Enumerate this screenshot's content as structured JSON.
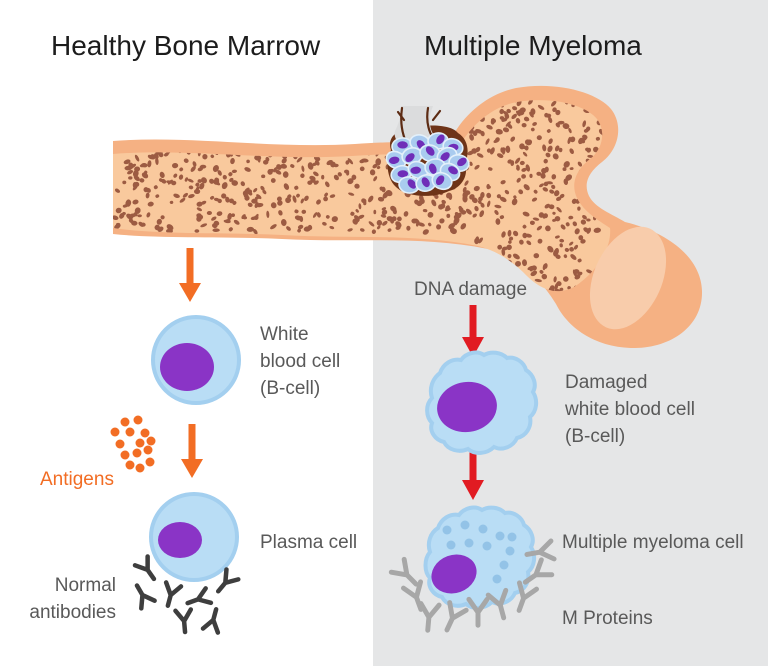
{
  "titles": {
    "left": "Healthy Bone Marrow",
    "right": "Multiple Myeloma"
  },
  "left_panel": {
    "white_blood_cell": {
      "line1": "White",
      "line2": "blood cell",
      "line3": "(B-cell)"
    },
    "antigens": "Antigens",
    "plasma_cell": "Plasma cell",
    "normal_antibodies": {
      "line1": "Normal",
      "line2": "antibodies"
    }
  },
  "right_panel": {
    "dna_damage": "DNA damage",
    "damaged_cell": {
      "line1": "Damaged",
      "line2": "white blood cell",
      "line3": "(B-cell)"
    },
    "myeloma_cell": "Multiple myeloma cell",
    "m_proteins": "M Proteins"
  },
  "icons": {
    "down_arrow_orange": "down-arrow-icon",
    "down_arrow_red": "down-arrow-icon",
    "antibody": "y-antibody-icon"
  },
  "colors": {
    "page-bg": "#ffffff",
    "panel-bg": "#e5e6e7",
    "title-color": "#1c1c1c",
    "label-color": "#595959",
    "orange": "#f26d24",
    "red": "#e11b22",
    "bone-cortex": "#f5b183",
    "bone-marrow": "#f9c99d",
    "bone-light": "#f8ccab",
    "speckle": "#9c5b42",
    "lesion-brown": "#6e3418",
    "lesion-gray": "#dbdcdd",
    "crack": "#5c2b13",
    "cell-fill": "#b9ddf5",
    "cell-rim": "#a3cfef",
    "nucleus": "#8a34c6",
    "tumor-cell": "#a9cbef",
    "tumor-cell-rim": "#e3f0fa",
    "tumor-nucleus": "#6f2db8",
    "cell-dot": "#93c3e7",
    "antibody-dark": "#3e3e3e",
    "antibody-gray": "#a7a7a7"
  }
}
